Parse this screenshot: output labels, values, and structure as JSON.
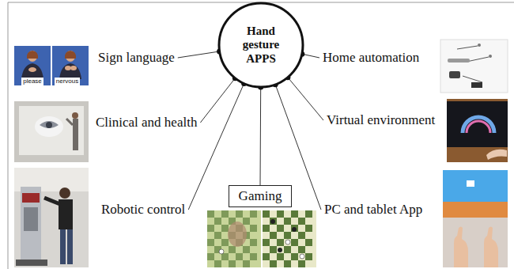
{
  "diagram": {
    "nodes": [
      {
        "text": [
          "Hand gesture APPS"
        ]
      },
      {
        "text": [
          "Sign language"
        ]
      },
      {
        "text": [
          "Home automation"
        ]
      },
      {
        "text": [
          "Clinical and health"
        ]
      },
      {
        "text": [
          "Virtual environment"
        ]
      },
      {
        "text": [
          "Robotic control"
        ]
      },
      {
        "text": [
          "Gaming"
        ]
      },
      {
        "text": [
          "PC and tablet App"
        ]
      }
    ],
    "edges": [
      {
        "from": 0,
        "to": 1,
        "arrow": "none"
      },
      {
        "from": 0,
        "to": 2,
        "arrow": "none"
      },
      {
        "from": 0,
        "to": 3,
        "arrow": "none"
      },
      {
        "from": 0,
        "to": 4,
        "arrow": "none"
      },
      {
        "from": 0,
        "to": 5,
        "arrow": "none"
      },
      {
        "from": 0,
        "to": 6,
        "arrow": "none"
      },
      {
        "from": 0,
        "to": 7,
        "arrow": "none"
      }
    ],
    "labels": [
      "please",
      "nervous"
    ]
  }
}
